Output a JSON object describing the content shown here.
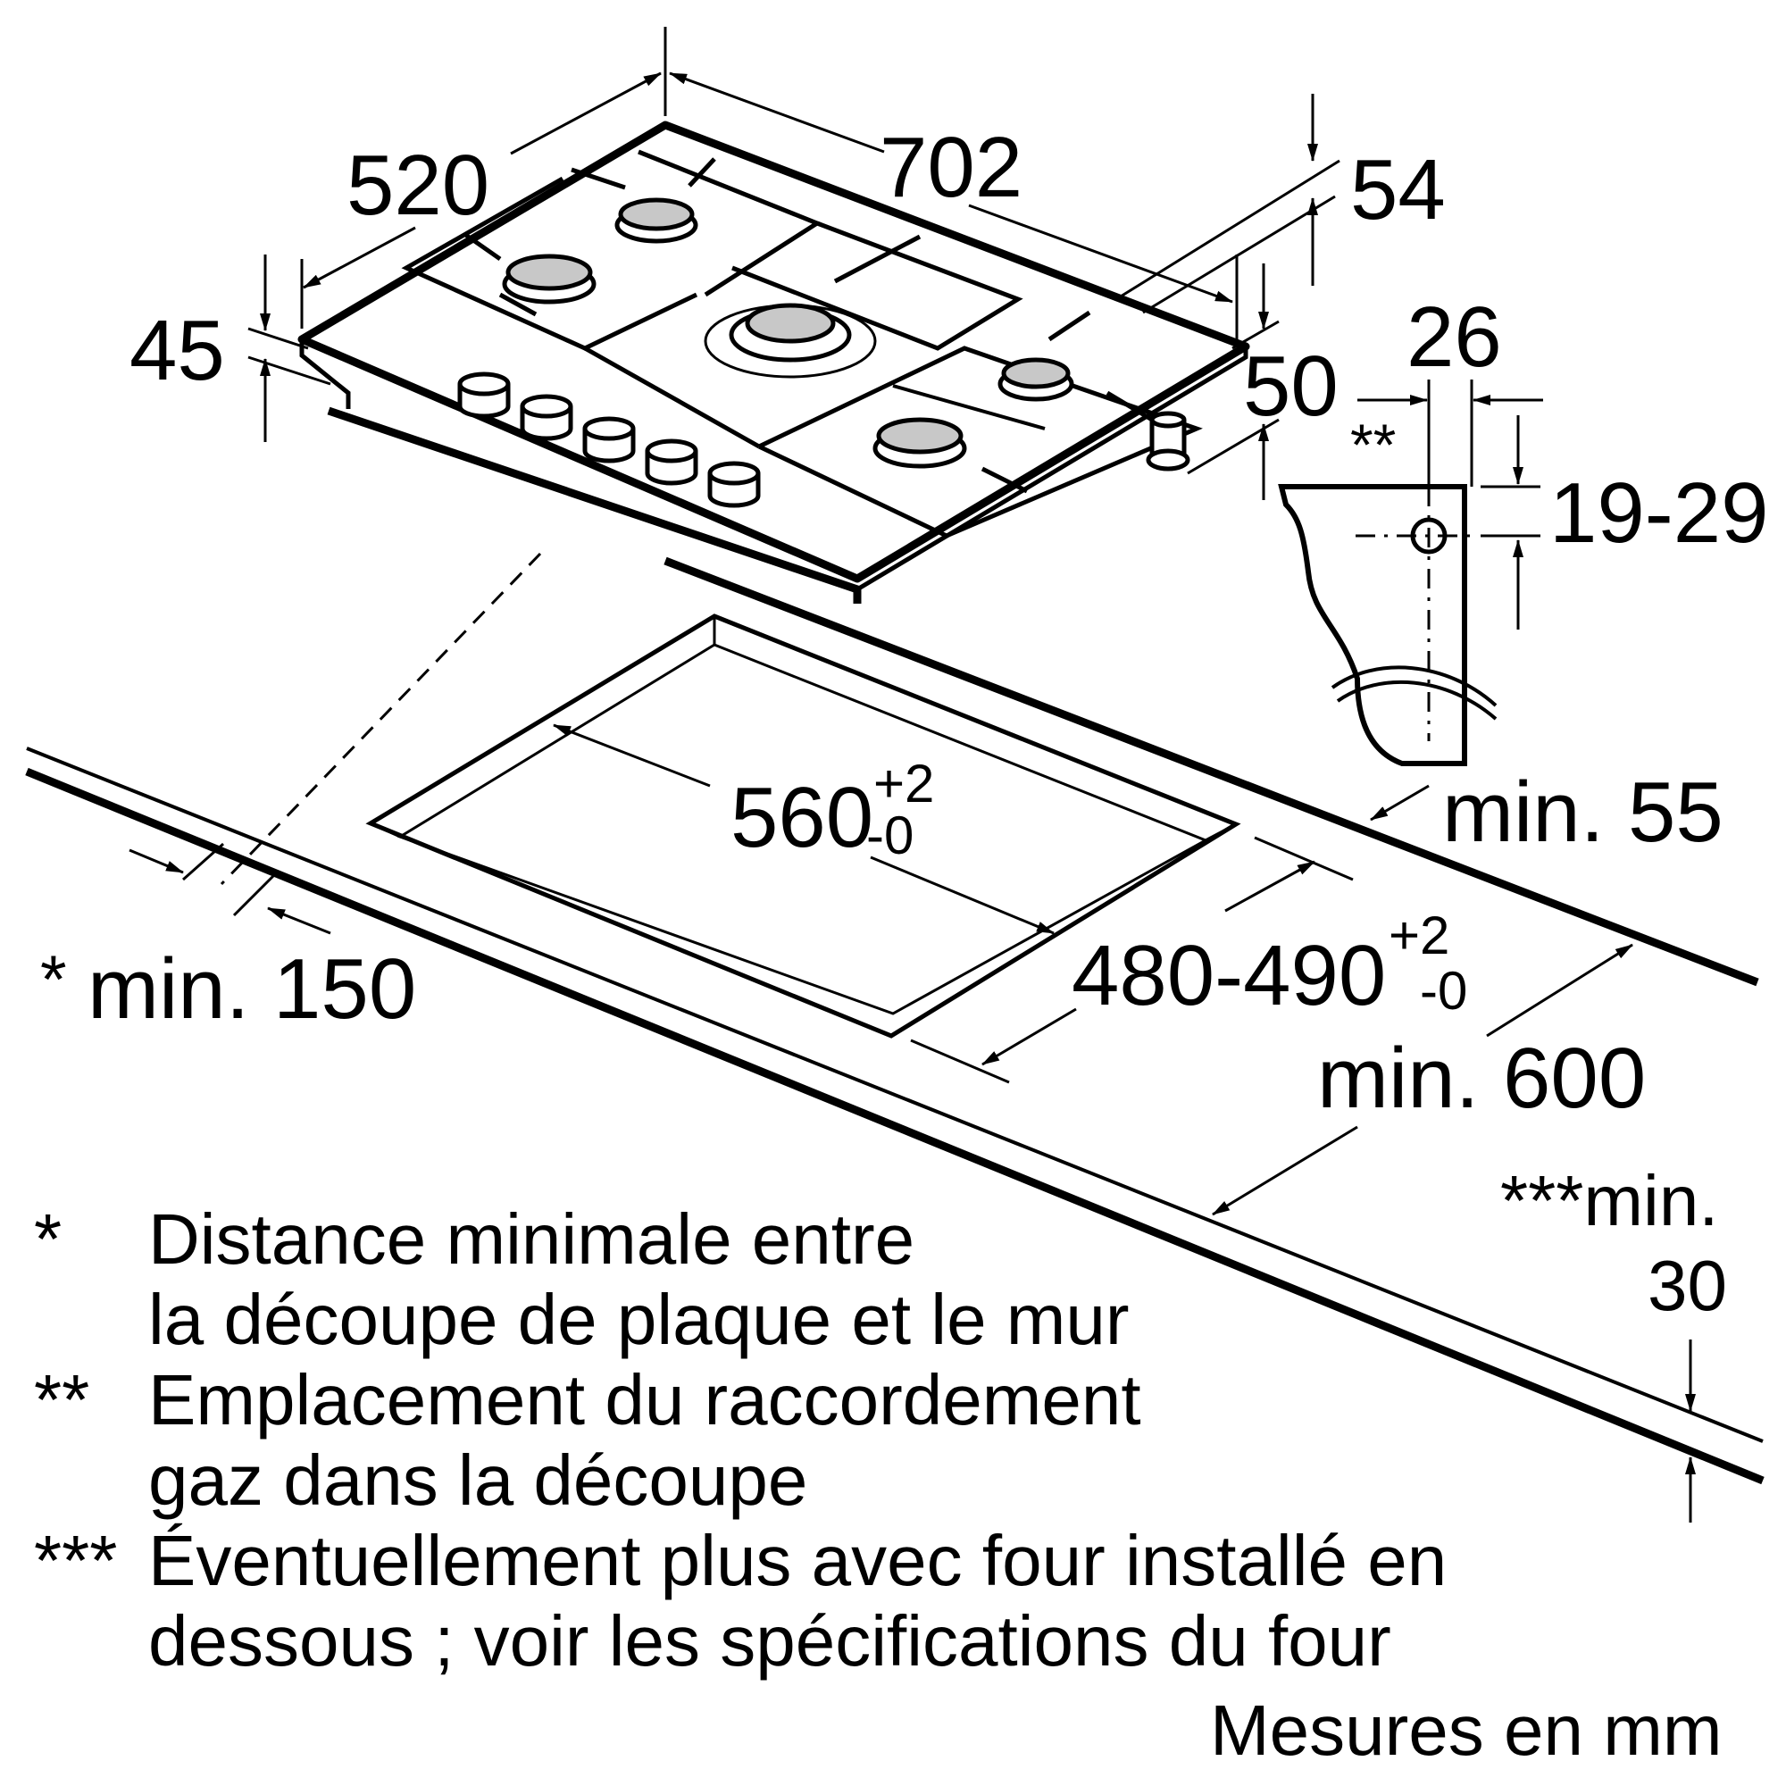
{
  "dimensions": {
    "depth": "520",
    "width": "702",
    "thickness_top": "54",
    "height_left": "45",
    "height_right": "50",
    "connector_offset": "26",
    "connector_marker": "**",
    "worktop_range": "19-29",
    "cutout_width": "560",
    "cutout_width_tol_plus": "+2",
    "cutout_width_tol_minus": "-0",
    "cutout_depth": "480-490",
    "cutout_depth_tol_plus": "+2",
    "cutout_depth_tol_minus": "-0",
    "rear_min": "min. 55",
    "wall_marker": "*",
    "wall_min": "min. 150",
    "worktop_min": "min. 600",
    "oven_marker": "***min.",
    "oven_min": "30"
  },
  "notes": [
    {
      "marker": "*",
      "lines": [
        "Distance minimale entre",
        "la découpe de plaque et le mur"
      ]
    },
    {
      "marker": "**",
      "lines": [
        "Emplacement du raccordement",
        "gaz dans la découpe"
      ]
    },
    {
      "marker": "***",
      "lines": [
        "Éventuellement plus avec four installé en",
        "dessous ; voir les spécifications du four"
      ]
    }
  ],
  "units": "Mesures en mm"
}
